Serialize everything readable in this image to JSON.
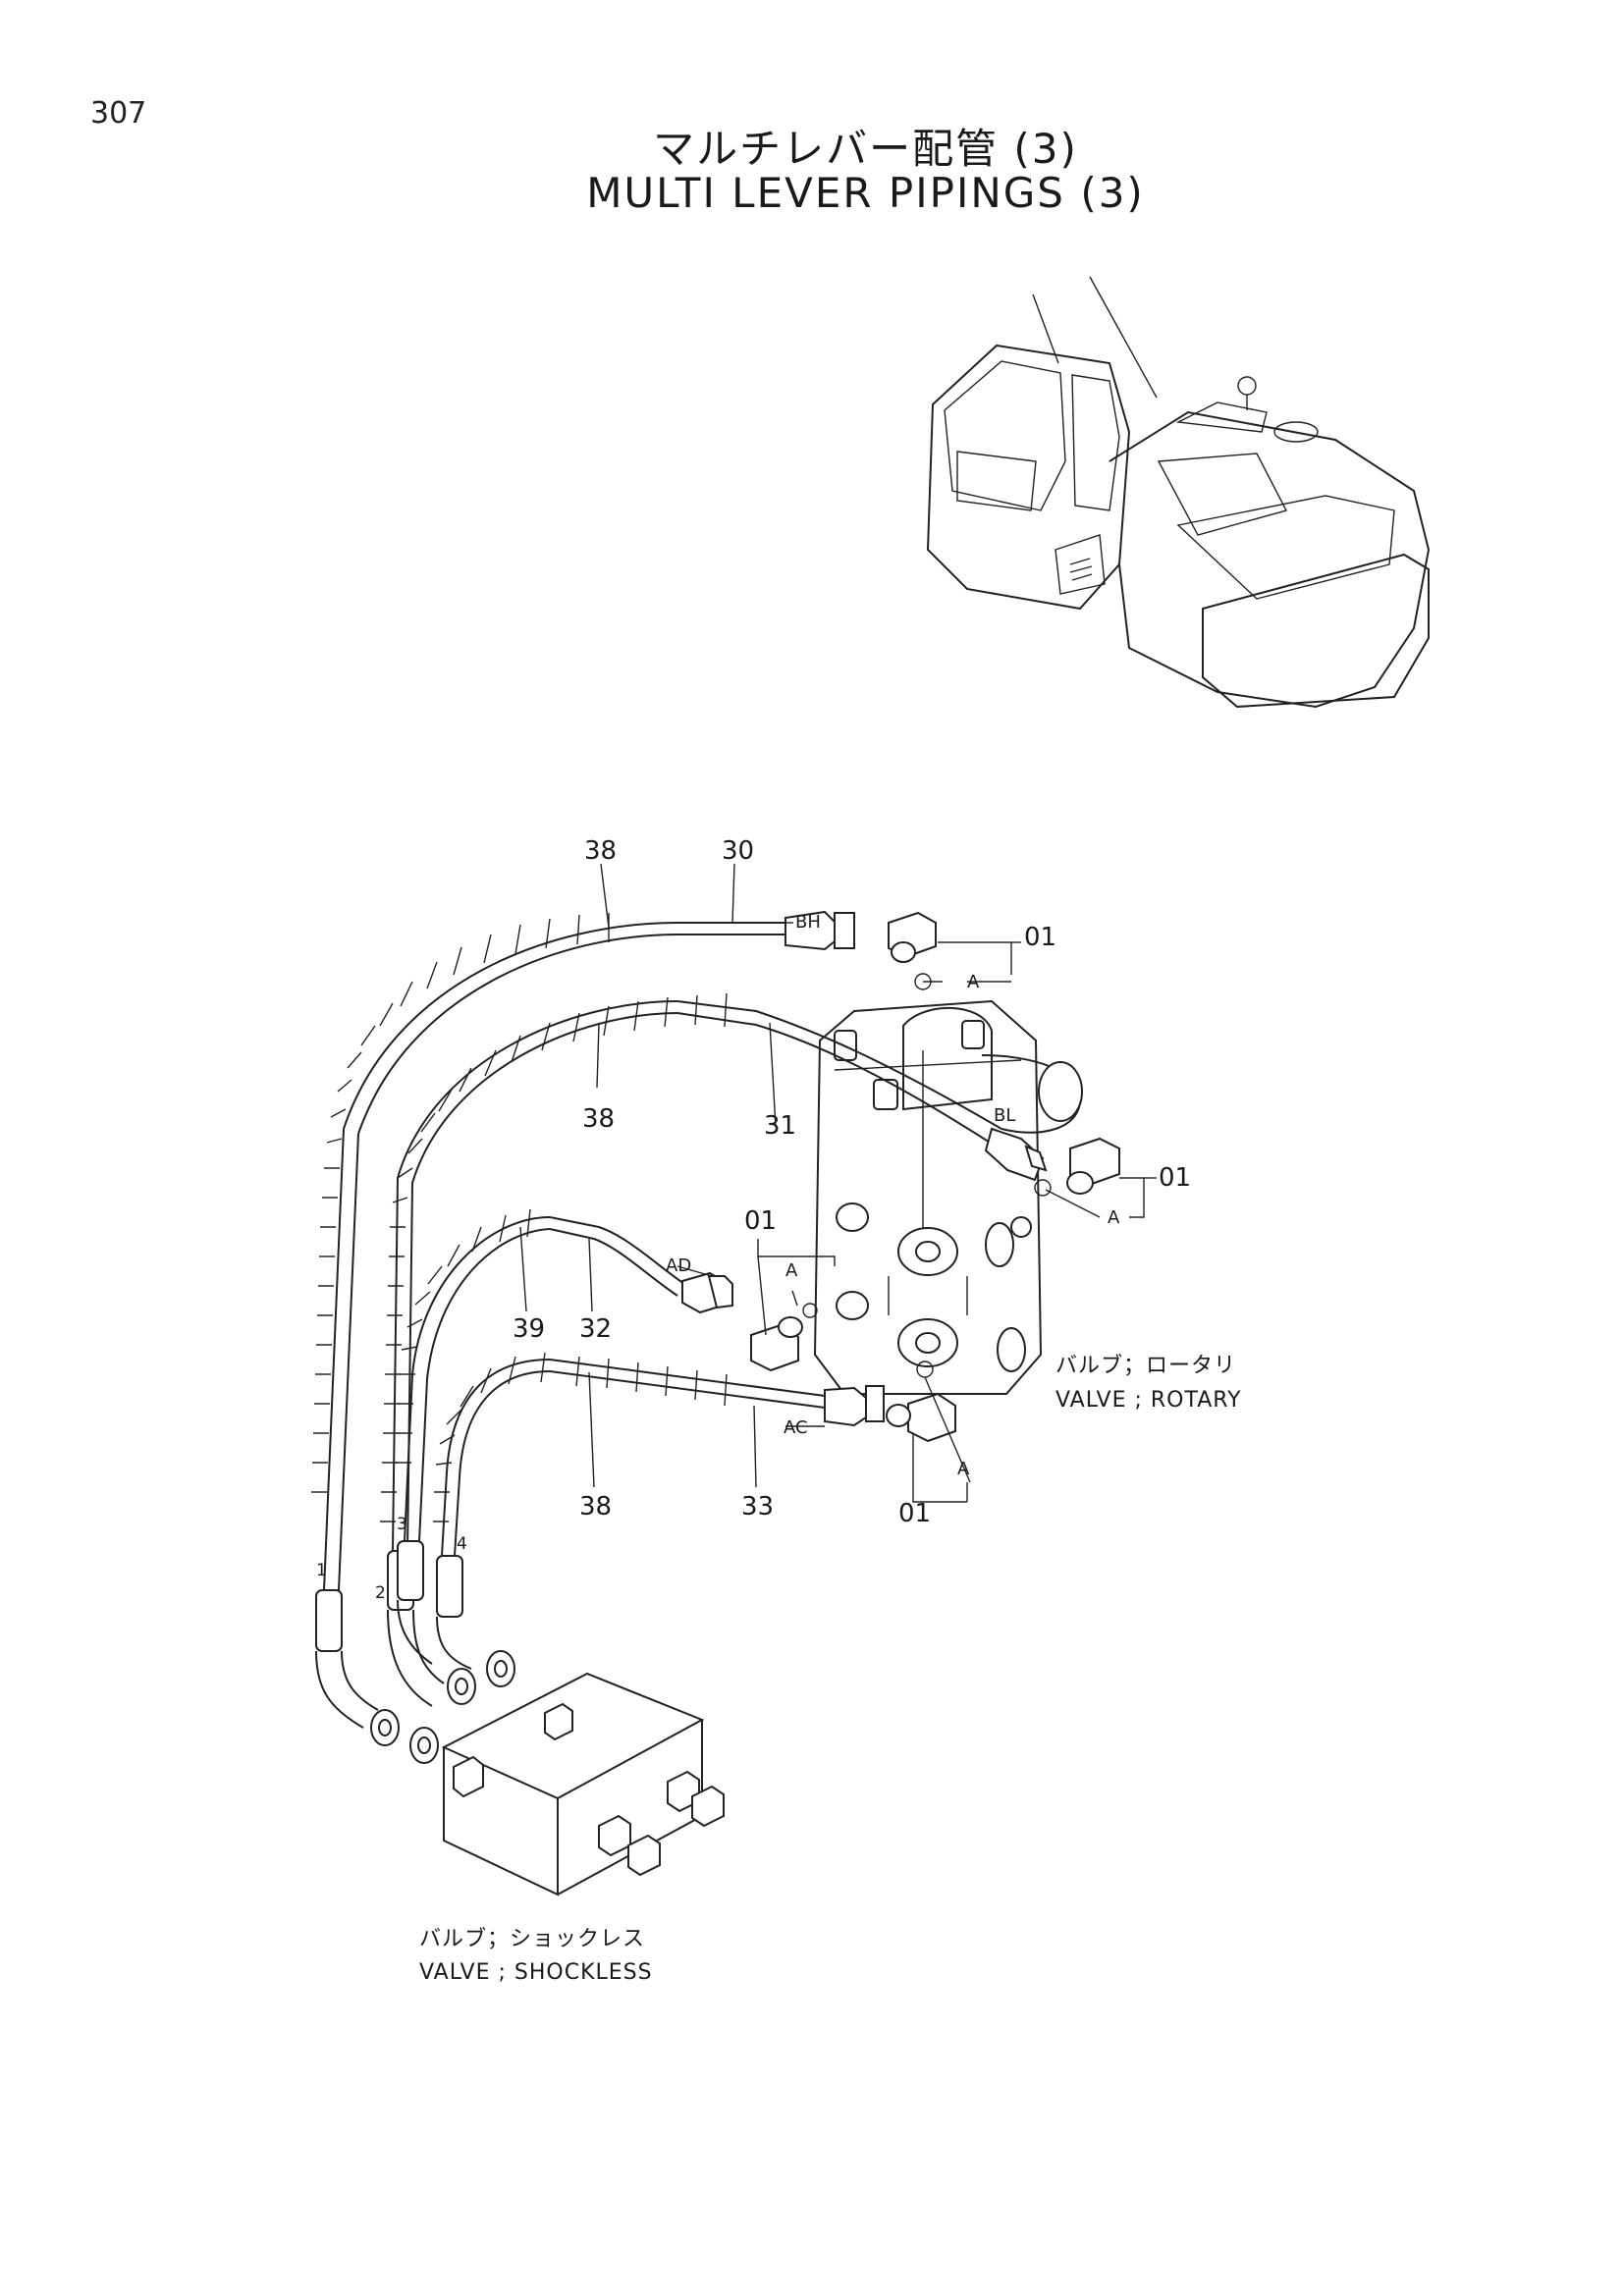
{
  "page_number": "307",
  "title_jp": "マルチレバー配管 (3)",
  "title_en": "MULTI LEVER PIPINGS (3)",
  "part_labels": {
    "p38_top": "38",
    "p30": "30",
    "p01_top": "01",
    "p38_mid": "38",
    "p31": "31",
    "p01_right": "01",
    "p01_mid": "01",
    "p39": "39",
    "p32": "32",
    "p38_low": "38",
    "p33": "33",
    "p01_bottom": "01"
  },
  "port_labels": {
    "bh": "BH",
    "bl": "BL",
    "ad": "AD",
    "ac": "AC",
    "a1": "A",
    "a2": "A",
    "a3": "A",
    "a4": "A"
  },
  "hose_numbers": [
    "1",
    "2",
    "3",
    "4"
  ],
  "captions": {
    "rotary_jp": "バルブ；ロータリ",
    "rotary_en": "VALVE ; ROTARY",
    "shockless_jp": "バルブ；ショックレス",
    "shockless_en": "VALVE ; SHOCKLESS"
  }
}
